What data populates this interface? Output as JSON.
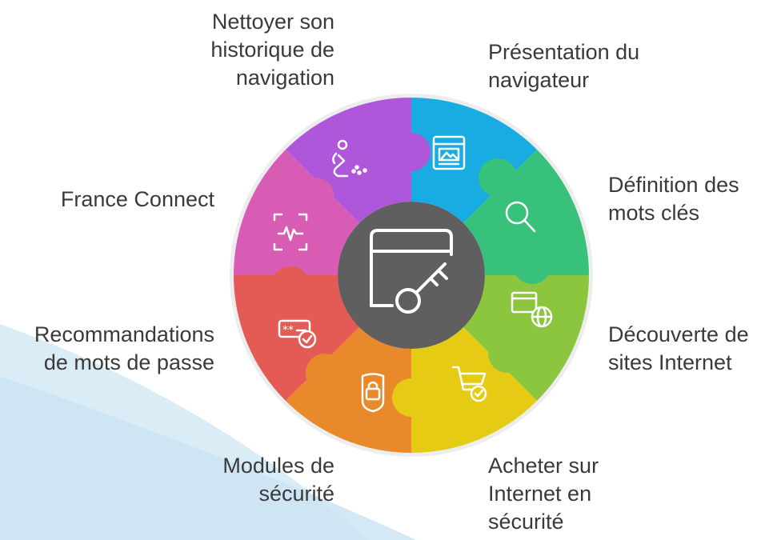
{
  "colors": {
    "browser": "#19ACE3",
    "keywords": "#38C17B",
    "sites": "#8CC63F",
    "shopping": "#E6CB14",
    "security_modules": "#E88A2C",
    "passwords": "#E45B56",
    "france_connect": "#D95CB4",
    "history": "#AE57DB",
    "center": "#5F5F5F",
    "ring": "#E9E9E9",
    "label_text": "#3a3a3a",
    "background_wave": "#D6EBF6"
  },
  "center": {
    "icon": "card-key-icon"
  },
  "segments": [
    {
      "id": "browser",
      "label": "Présentation du\nnavigateur",
      "icon": "browser-window-icon"
    },
    {
      "id": "keywords",
      "label": "Définition des\nmots clés",
      "icon": "search-icon"
    },
    {
      "id": "sites",
      "label": "Découverte de\nsites Internet",
      "icon": "web-globe-icon"
    },
    {
      "id": "shopping",
      "label": "Acheter sur\nInternet en\nsécurité",
      "icon": "cart-check-icon"
    },
    {
      "id": "security_modules",
      "label": "Modules de\nsécurité",
      "icon": "lock-shield-icon"
    },
    {
      "id": "passwords",
      "label": "Recommandations\nde mots de passe",
      "icon": "password-check-icon"
    },
    {
      "id": "france_connect",
      "label": "France Connect",
      "icon": "identity-scan-icon"
    },
    {
      "id": "history",
      "label": "Nettoyer son\nhistorique de\nnavigation",
      "icon": "broom-clean-icon"
    }
  ]
}
